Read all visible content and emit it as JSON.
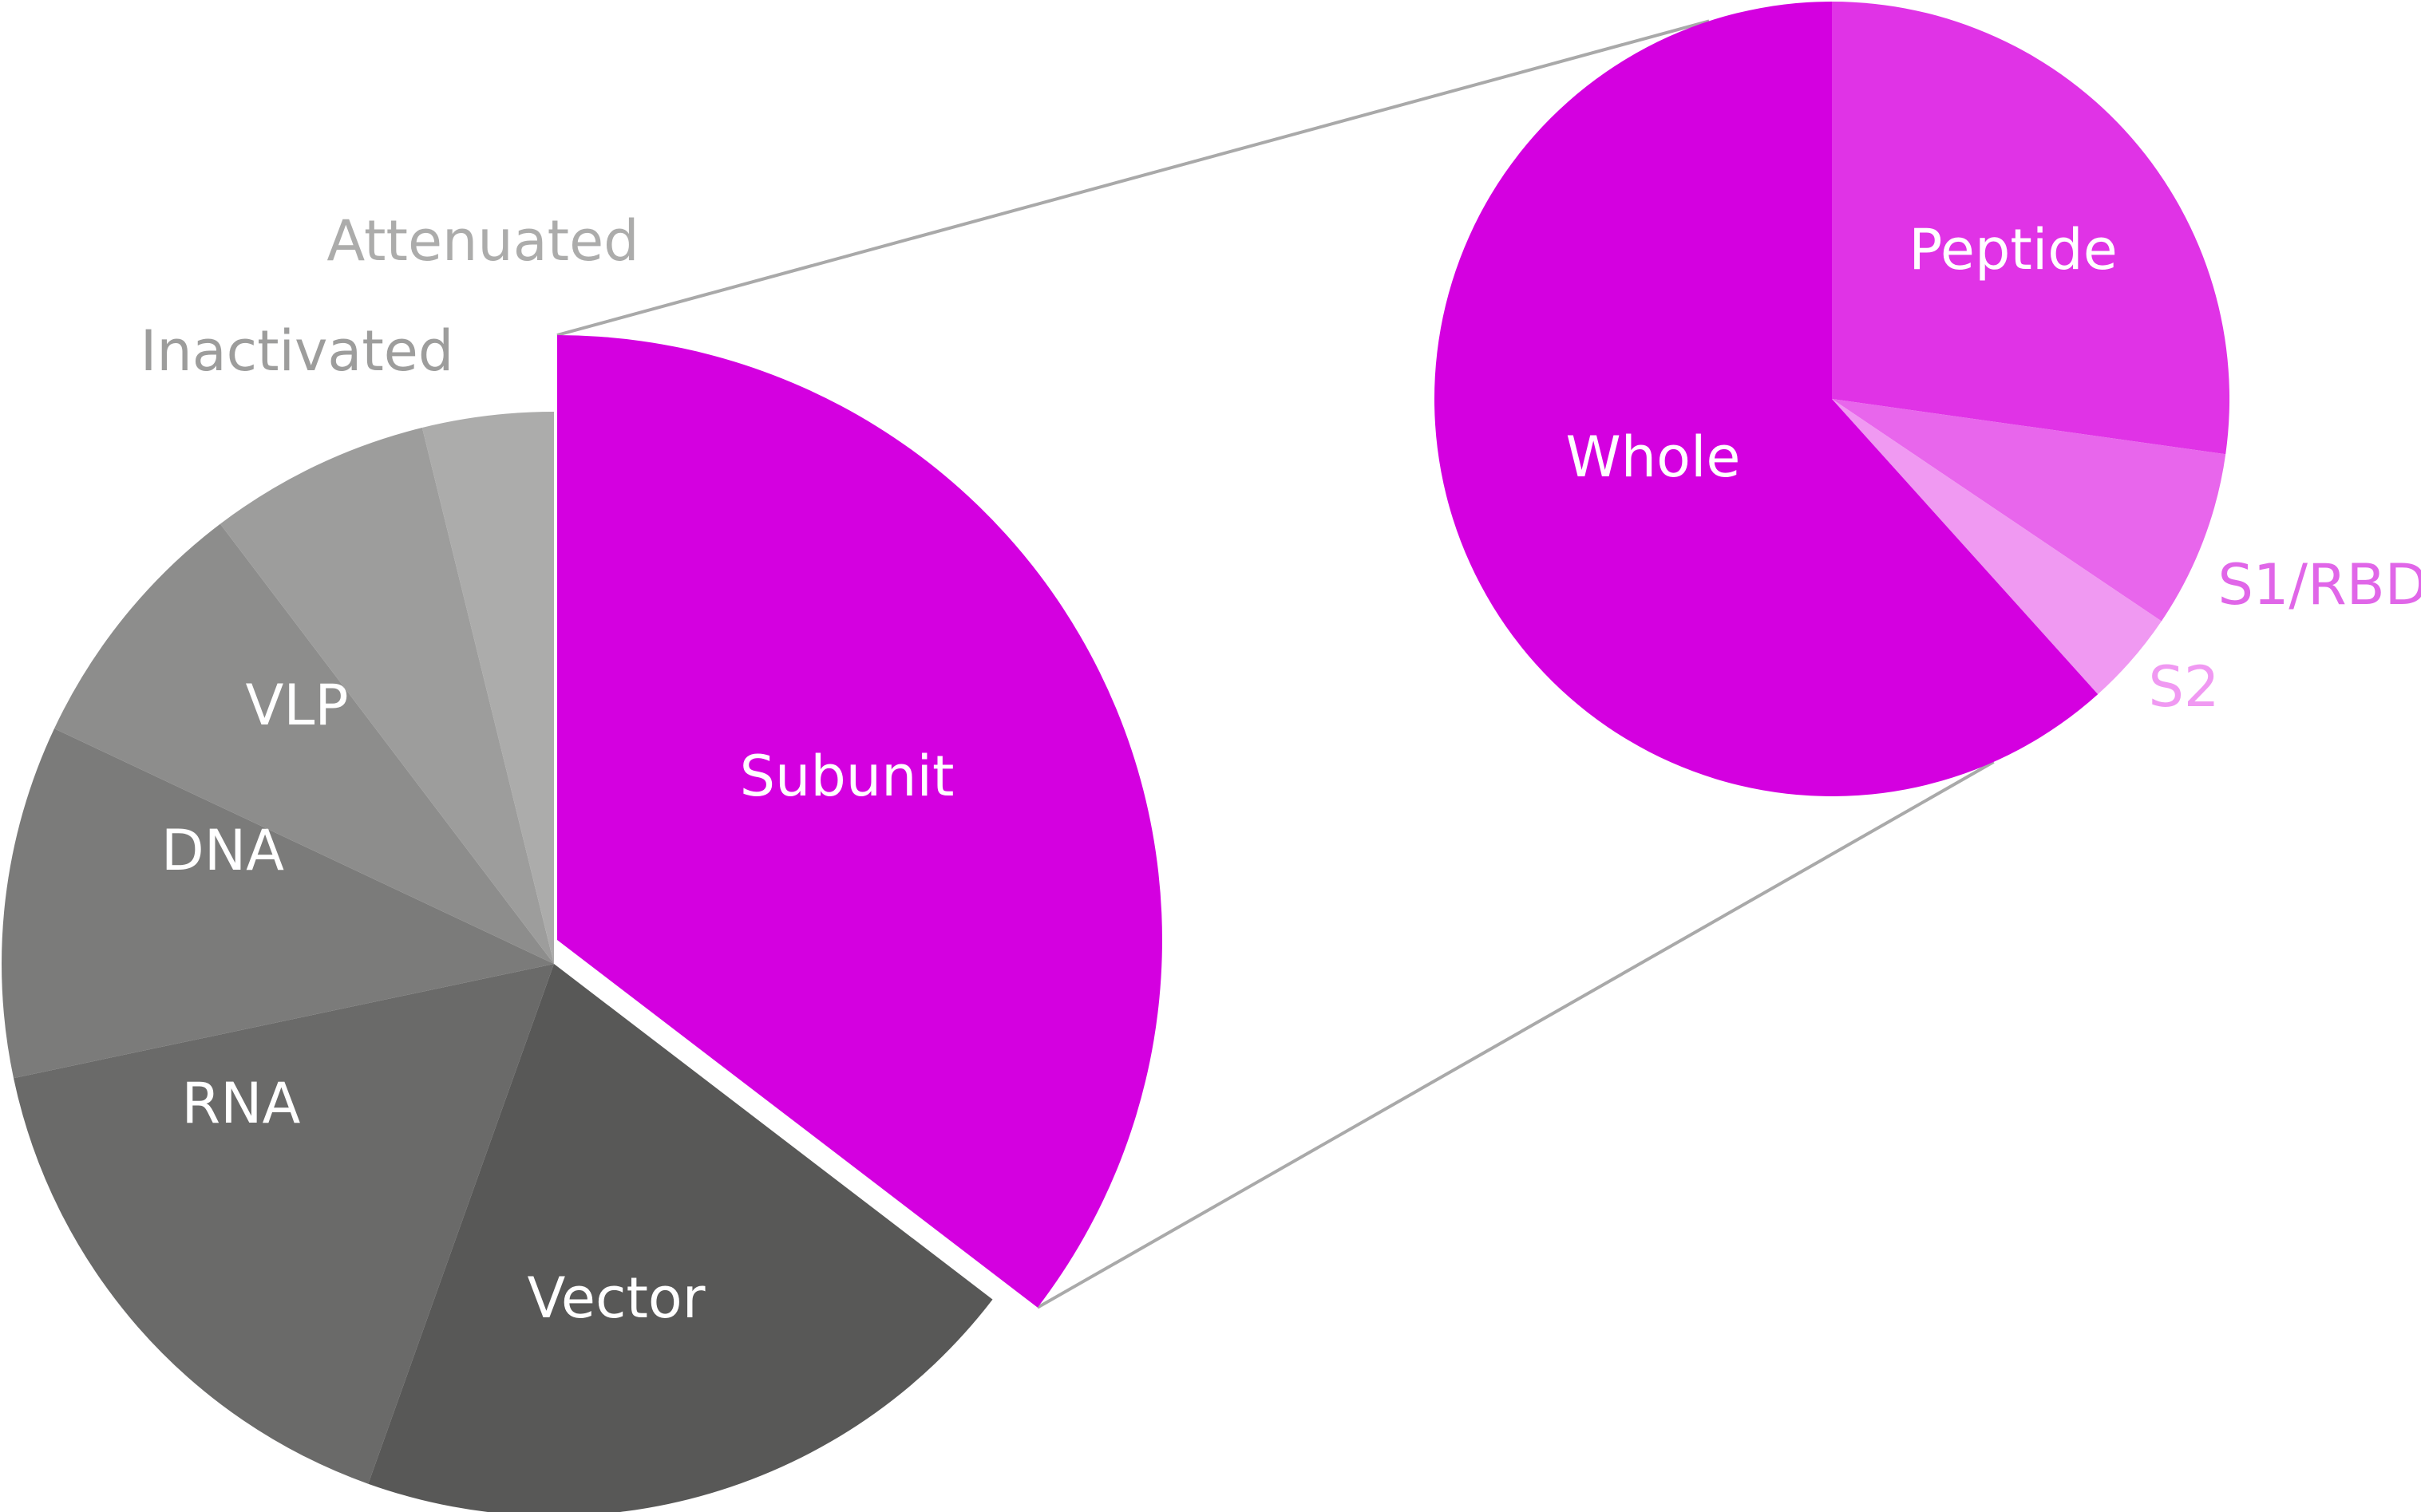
{
  "chart_data": [
    {
      "type": "pie",
      "title": "",
      "values_unit": "degrees",
      "start_angle": 0,
      "direction": "clockwise",
      "slices": [
        {
          "label": "Subunit",
          "value": 120,
          "color": "#d400e0",
          "exploded": true,
          "label_color": "#ffffff"
        },
        {
          "label": "Vector",
          "value": 68,
          "color": "#585857",
          "label_color": "#ffffff"
        },
        {
          "label": "RNA",
          "value": 55,
          "color": "#6a6a69",
          "label_color": "#ffffff"
        },
        {
          "label": "DNA",
          "value": 35,
          "color": "#7b7b7a",
          "label_color": "#ffffff"
        },
        {
          "label": "VLP",
          "value": 26,
          "color": "#8d8d8c",
          "label_color": "#ffffff"
        },
        {
          "label": "Inactivated",
          "value": 22,
          "color": "#9d9d9c",
          "label_color": "#9d9d9c"
        },
        {
          "label": "Attenuated",
          "value": 13,
          "color": "#acacab",
          "label_color": "#acacab"
        }
      ]
    },
    {
      "type": "pie",
      "title": "",
      "values_unit": "degrees",
      "start_angle": 0,
      "direction": "clockwise",
      "breakdown_of": "Subunit",
      "slices": [
        {
          "label": "Peptide",
          "value": 98,
          "color": "#e033e6",
          "label_color": "#ffffff"
        },
        {
          "label": "S1/RBD",
          "value": 26,
          "color": "#e866ec",
          "label_color": "#e066e8"
        },
        {
          "label": "S2",
          "value": 14,
          "color": "#f099f2",
          "label_color": "#f099f2"
        },
        {
          "label": "Whole",
          "value": 222,
          "color": "#d400e0",
          "label_color": "#ffffff"
        }
      ]
    }
  ],
  "colors": {
    "connector": "#a9a9a9",
    "background": "#ffffff"
  }
}
